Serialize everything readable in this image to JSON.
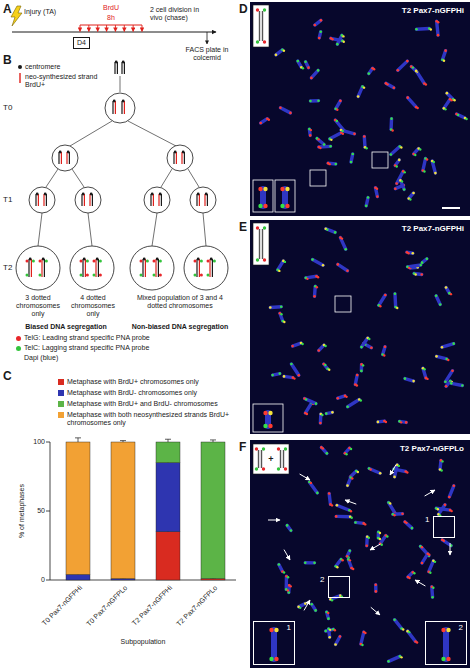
{
  "diagram": {
    "nodes": [
      {
        "text": [
          "D4"
        ]
      },
      {
        "text": [
          "T2 Pax7-nGFPHi"
        ]
      },
      {
        "text": [
          "T2 Pax7-nGFPHi"
        ]
      },
      {
        "text": [
          "T2 Pax7-nGFPLo"
        ]
      },
      {
        "text": [
          "1"
        ],
        "in": 3
      },
      {
        "text": [
          "2"
        ],
        "in": 3
      },
      {
        "text": [
          "1"
        ],
        "in": 3
      },
      {
        "text": [
          "2"
        ],
        "in": 3
      }
    ],
    "labels": [
      "A",
      "Injury (TA)",
      "BrdU",
      "8h",
      "2 cell division in vivo (chase)",
      "FACS plate in colcemid",
      "B",
      "T0",
      "T1",
      "T2",
      "3 dotted chromosomes only",
      "4 dotted chromosomes only",
      "Mixed population of 3 and 4 dotted chromosomes",
      "Biased DNA segregation",
      "Non-biased DNA segregation",
      "Dapi (blue)",
      "C",
      "100",
      "50",
      "0",
      "% of metaphases",
      "T0 Pax7-nGFPHi",
      "T0 Pax7-nGFPLo",
      "T2 Pax7-nGFPHi",
      "T2 Pax7-nGFPLo",
      "Subpopulation",
      "D",
      "E",
      "F",
      "+"
    ],
    "legend": [
      {
        "text": "centromere"
      },
      {
        "text": "neo-synthesized strand BrdU+"
      },
      {
        "text": "TelG: Leading strand specific PNA probe",
        "color": "#e8262a"
      },
      {
        "text": "TelC: Lagging strand specific PNA probe",
        "color": "#33c43c"
      },
      {
        "text": "Metaphase with BrdU+ chromosomes only",
        "color": "#d92b20"
      },
      {
        "text": "Metaphase with BrdU- chromosomes only",
        "color": "#2e35b0"
      },
      {
        "text": "Metaphase with BrdU+ and BrdU- chromosomes",
        "color": "#5cb447"
      },
      {
        "text": "Metaphase with both neosynthesized strands BrdU+ chromosomes only",
        "color": "#f2a134"
      }
    ]
  }
}
